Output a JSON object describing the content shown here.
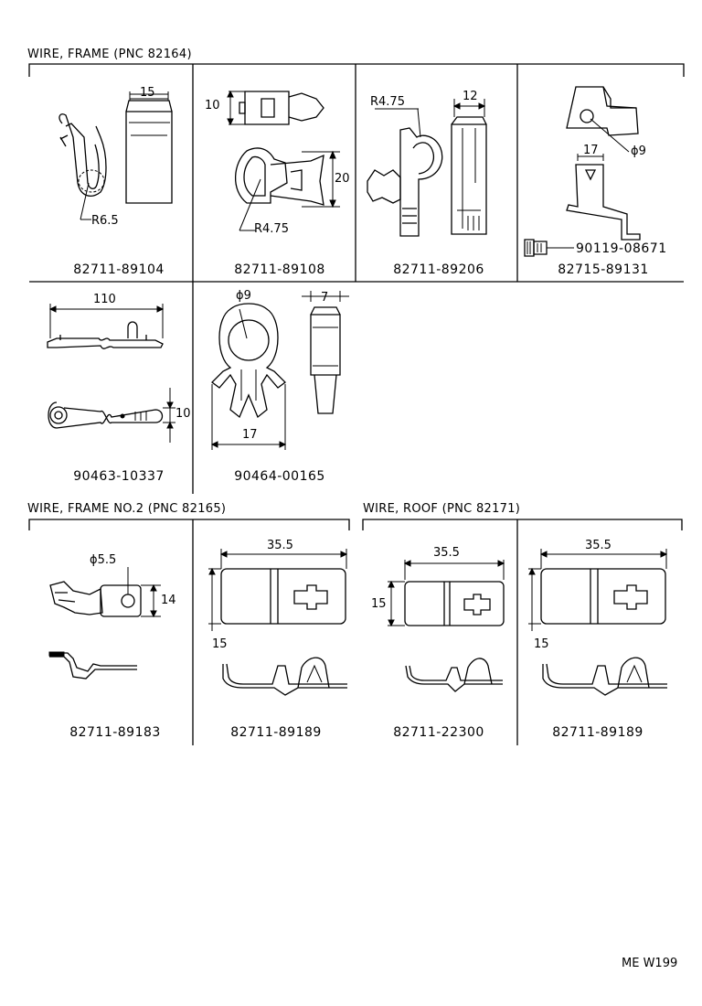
{
  "sections": {
    "wire_frame": {
      "title": "WIRE, FRAME (PNC  82164)"
    },
    "wire_frame_no2": {
      "title": "WIRE, FRAME NO.2 (PNC  82165)"
    },
    "wire_roof": {
      "title": "WIRE, ROOF (PNC  82171)"
    }
  },
  "parts": {
    "p1": {
      "number": "82711-89104",
      "dims": [
        "15",
        "R6.5"
      ]
    },
    "p2": {
      "number": "82711-89108",
      "dims": [
        "10",
        "20",
        "R4.75"
      ]
    },
    "p3": {
      "number": "82711-89206",
      "dims": [
        "R4.75",
        "12"
      ]
    },
    "p4": {
      "number": "82715-89131",
      "dims": [
        "ϕ9",
        "17"
      ],
      "bolt": "90119-08671"
    },
    "p5": {
      "number": "90463-10337",
      "dims": [
        "110",
        "10"
      ]
    },
    "p6": {
      "number": "90464-00165",
      "dims": [
        "ϕ9",
        "7",
        "17"
      ]
    },
    "p7": {
      "number": "82711-89183",
      "dims": [
        "ϕ5.5",
        "14"
      ]
    },
    "p8": {
      "number": "82711-89189",
      "dims": [
        "35.5",
        "15"
      ]
    },
    "p9": {
      "number": "82711-22300",
      "dims": [
        "35.5",
        "15"
      ]
    },
    "p10": {
      "number": "82711-89189",
      "dims": [
        "35.5",
        "15"
      ]
    }
  },
  "footer": {
    "code": "ME W199"
  }
}
